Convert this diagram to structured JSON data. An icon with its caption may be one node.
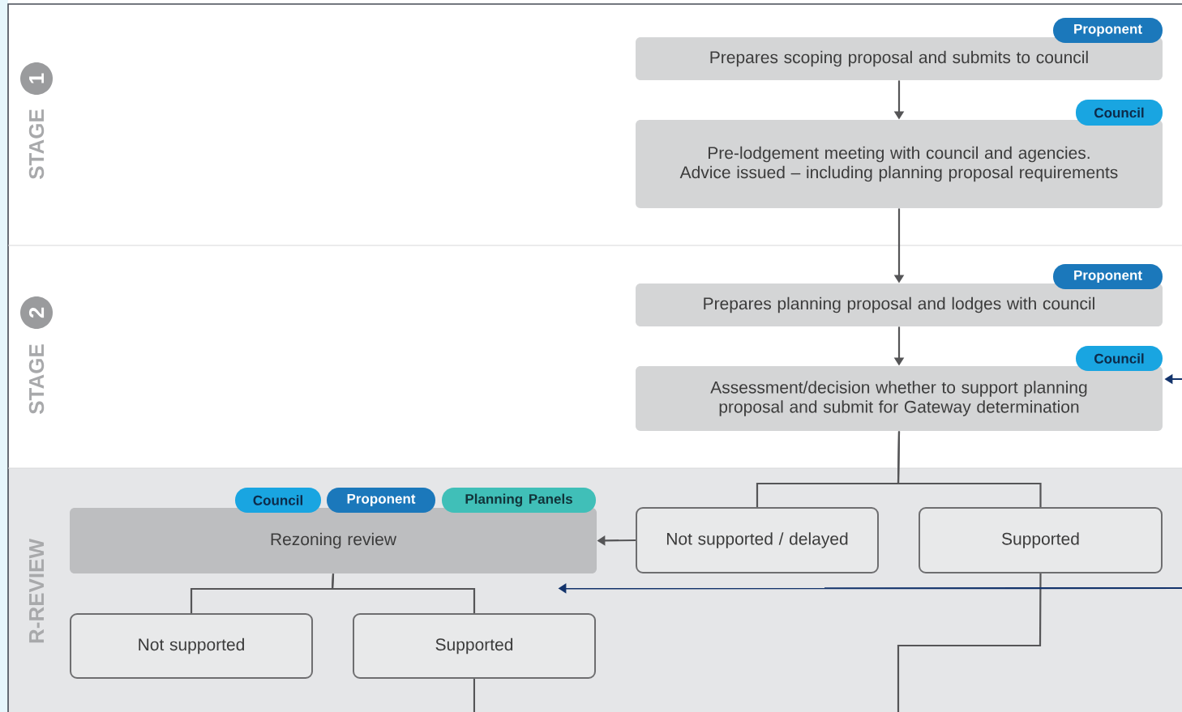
{
  "diagram": {
    "nodes": [
      {
        "text": [
          "Proponent"
        ]
      },
      {
        "text": [
          "Prepares scoping proposal and submits to council"
        ]
      },
      {
        "text": [
          "Council"
        ]
      },
      {
        "text": [
          "Pre-lodgement meeting with council and agencies. Advice issued – including planning proposal requirements"
        ]
      },
      {
        "text": [
          "Proponent"
        ]
      },
      {
        "text": [
          "Prepares planning proposal and lodges with council"
        ]
      },
      {
        "text": [
          "Council"
        ]
      },
      {
        "text": [
          "Assessment/decision whether to support planning proposal and submit for Gateway determination"
        ]
      },
      {
        "text": [
          "Council"
        ]
      },
      {
        "text": [
          "Proponent"
        ]
      },
      {
        "text": [
          "Planning Panels"
        ]
      },
      {
        "text": [
          "Rezoning review"
        ]
      },
      {
        "text": [
          "Not supported / delayed"
        ]
      },
      {
        "text": [
          "Supported"
        ]
      },
      {
        "text": [
          "Not supported"
        ]
      },
      {
        "text": [
          "Supported"
        ]
      }
    ],
    "edges": [
      {
        "from": 1,
        "to": 3,
        "arrow": "to"
      },
      {
        "from": 3,
        "to": 5,
        "arrow": "to"
      },
      {
        "from": 5,
        "to": 7,
        "arrow": "to"
      },
      {
        "from": 7,
        "to": 12,
        "arrow": "none"
      },
      {
        "from": 7,
        "to": 13,
        "arrow": "none"
      },
      {
        "from": 12,
        "to": 11,
        "arrow": "to"
      },
      {
        "from": 11,
        "to": 14,
        "arrow": "none"
      },
      {
        "from": 11,
        "to": 15,
        "arrow": "none"
      },
      {
        "from": 13,
        "to": null,
        "arrow": "none"
      },
      {
        "from": 15,
        "to": null,
        "arrow": "none"
      },
      {
        "from": null,
        "to": 7,
        "arrow": "to",
        "color": "#13336b"
      },
      {
        "from": null,
        "to": 11,
        "arrow": "to",
        "color": "#13336b"
      }
    ],
    "labels": [
      "STAGE",
      "1",
      "STAGE",
      "2",
      "R-REVIEW"
    ]
  }
}
